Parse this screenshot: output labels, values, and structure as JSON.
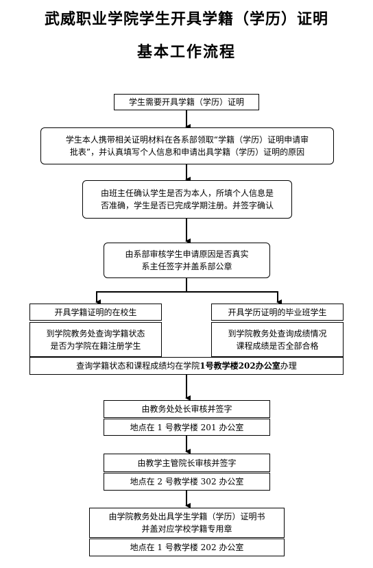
{
  "title": "武威职业学院学生开具学籍（学历）证明",
  "subtitle": "基本工作流程",
  "steps": {
    "s1": "学生需要开具学籍（学历）证明",
    "s2_l1": "学生本人携带相关证明材料在各系部领取“学籍（学历）证明申请审",
    "s2_l2": "批表”，并认真填写个人信息和申请出具学籍（学历）证明的原因",
    "s3_l1": "由班主任确认学生是否为本人，所填个人信息是",
    "s3_l2": "否准确，学生是否已完成学期注册。并签字确认",
    "s4_l1": "由系部审核学生申请原因是否真实",
    "s4_l2": "系主任签字并盖系部公章",
    "left_head": "开具学籍证明的在校生",
    "left_body_l1": "到学院教务处查询学籍状态",
    "left_body_l2": "是否为学院在籍注册学生",
    "right_head": "开具学历证明的毕业班学生",
    "right_body_l1": "到学院教务处查询成绩情况",
    "right_body_l2": "课程成绩是否全部合格",
    "query_a": "查询学籍状态和课程成绩均在学院 ",
    "query_b": "1号教学楼202办公室",
    "query_c": "办理",
    "s6": "由教务处处长审核并签字",
    "s6_loc": "地点在 1 号教学楼 201 办公室",
    "s7": "由教学主管院长审核并签字",
    "s7_loc": "地点在 2 号教学楼 302 办公室",
    "s8_l1": "由学院教务处出具学生学籍（学历）证明书",
    "s8_l2": "并盖对应学校学籍专用章",
    "s8_loc": "地点在 1 号教学楼 202 办公室"
  }
}
